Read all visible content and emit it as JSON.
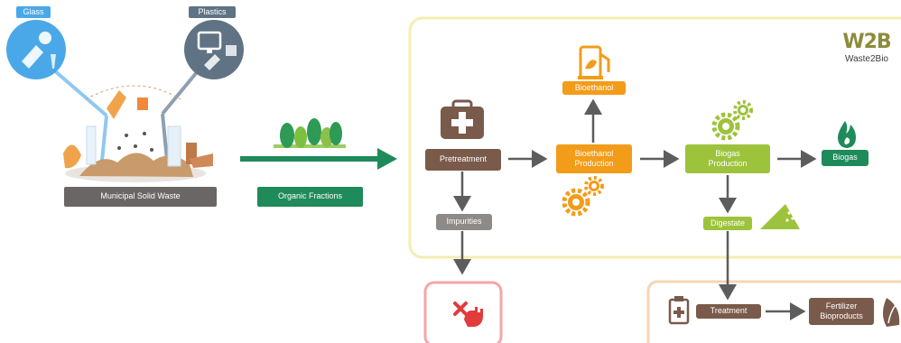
{
  "left": {
    "glass_label": "Glass",
    "plastics_label": "Plastics",
    "municipal_label": "Municipal Solid Waste",
    "organic_label": "Organic Fractions"
  },
  "logo": {
    "mark": "W2B",
    "name": "Waste2Bio"
  },
  "process": {
    "pretreatment": "Pretreatment",
    "impurities": "Impurities",
    "bioethanol": "Bioethanol",
    "bioethanol_production": [
      "Bioethanol",
      "Production"
    ],
    "biogas_production": [
      "Biogas",
      "Production"
    ],
    "biogas": "Biogas",
    "digestate": "Digestate",
    "treatment": "Treatment",
    "fertilizer_bioproducts": [
      "Fertilizer",
      "Bioproducts"
    ]
  },
  "colors": {
    "glass_blue": "#4aa8e8",
    "plastics_gray": "#5f7385",
    "green_dark": "#1f8a5a",
    "brown": "#7a5a4a",
    "orange": "#f29c1a",
    "lime": "#9dc23b",
    "gray_box": "#8e8a88",
    "yellow_border": "#f3efb0",
    "peach_border": "#f6d5b5",
    "pink_border": "#f3a6ac"
  },
  "icons": [
    "glass-icon",
    "monitor-icon",
    "trees-icon",
    "first-aid-kit-icon",
    "fuel-pump-icon",
    "gears-icon",
    "flame-icon",
    "pile-icon",
    "clipboard-icon",
    "leaf-icon",
    "reject-hand-icon"
  ]
}
